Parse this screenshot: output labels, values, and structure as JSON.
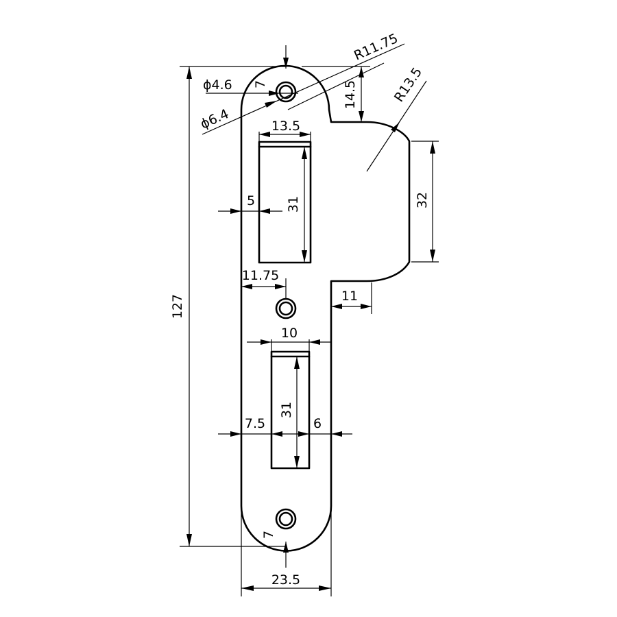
{
  "dimensions": {
    "overall_height": "127",
    "overall_width": "23.5",
    "hole_small_dia": "ϕ4.6",
    "hole_large_dia": "ϕ6.4",
    "countersink_top": "7",
    "countersink_bottom": "7",
    "radius_small": "R11.75",
    "radius_large": "R13.5",
    "tongue_offset": "14.5",
    "tongue_height": "32",
    "tongue_depth": "11",
    "top_slot_width": "13.5",
    "top_slot_margin": "5",
    "top_slot_height": "31",
    "center_hole_offset": "11.75",
    "bottom_slot_width": "10",
    "bottom_slot_height": "31",
    "bottom_slot_left_margin": "7.5",
    "bottom_slot_right_margin": "6"
  }
}
